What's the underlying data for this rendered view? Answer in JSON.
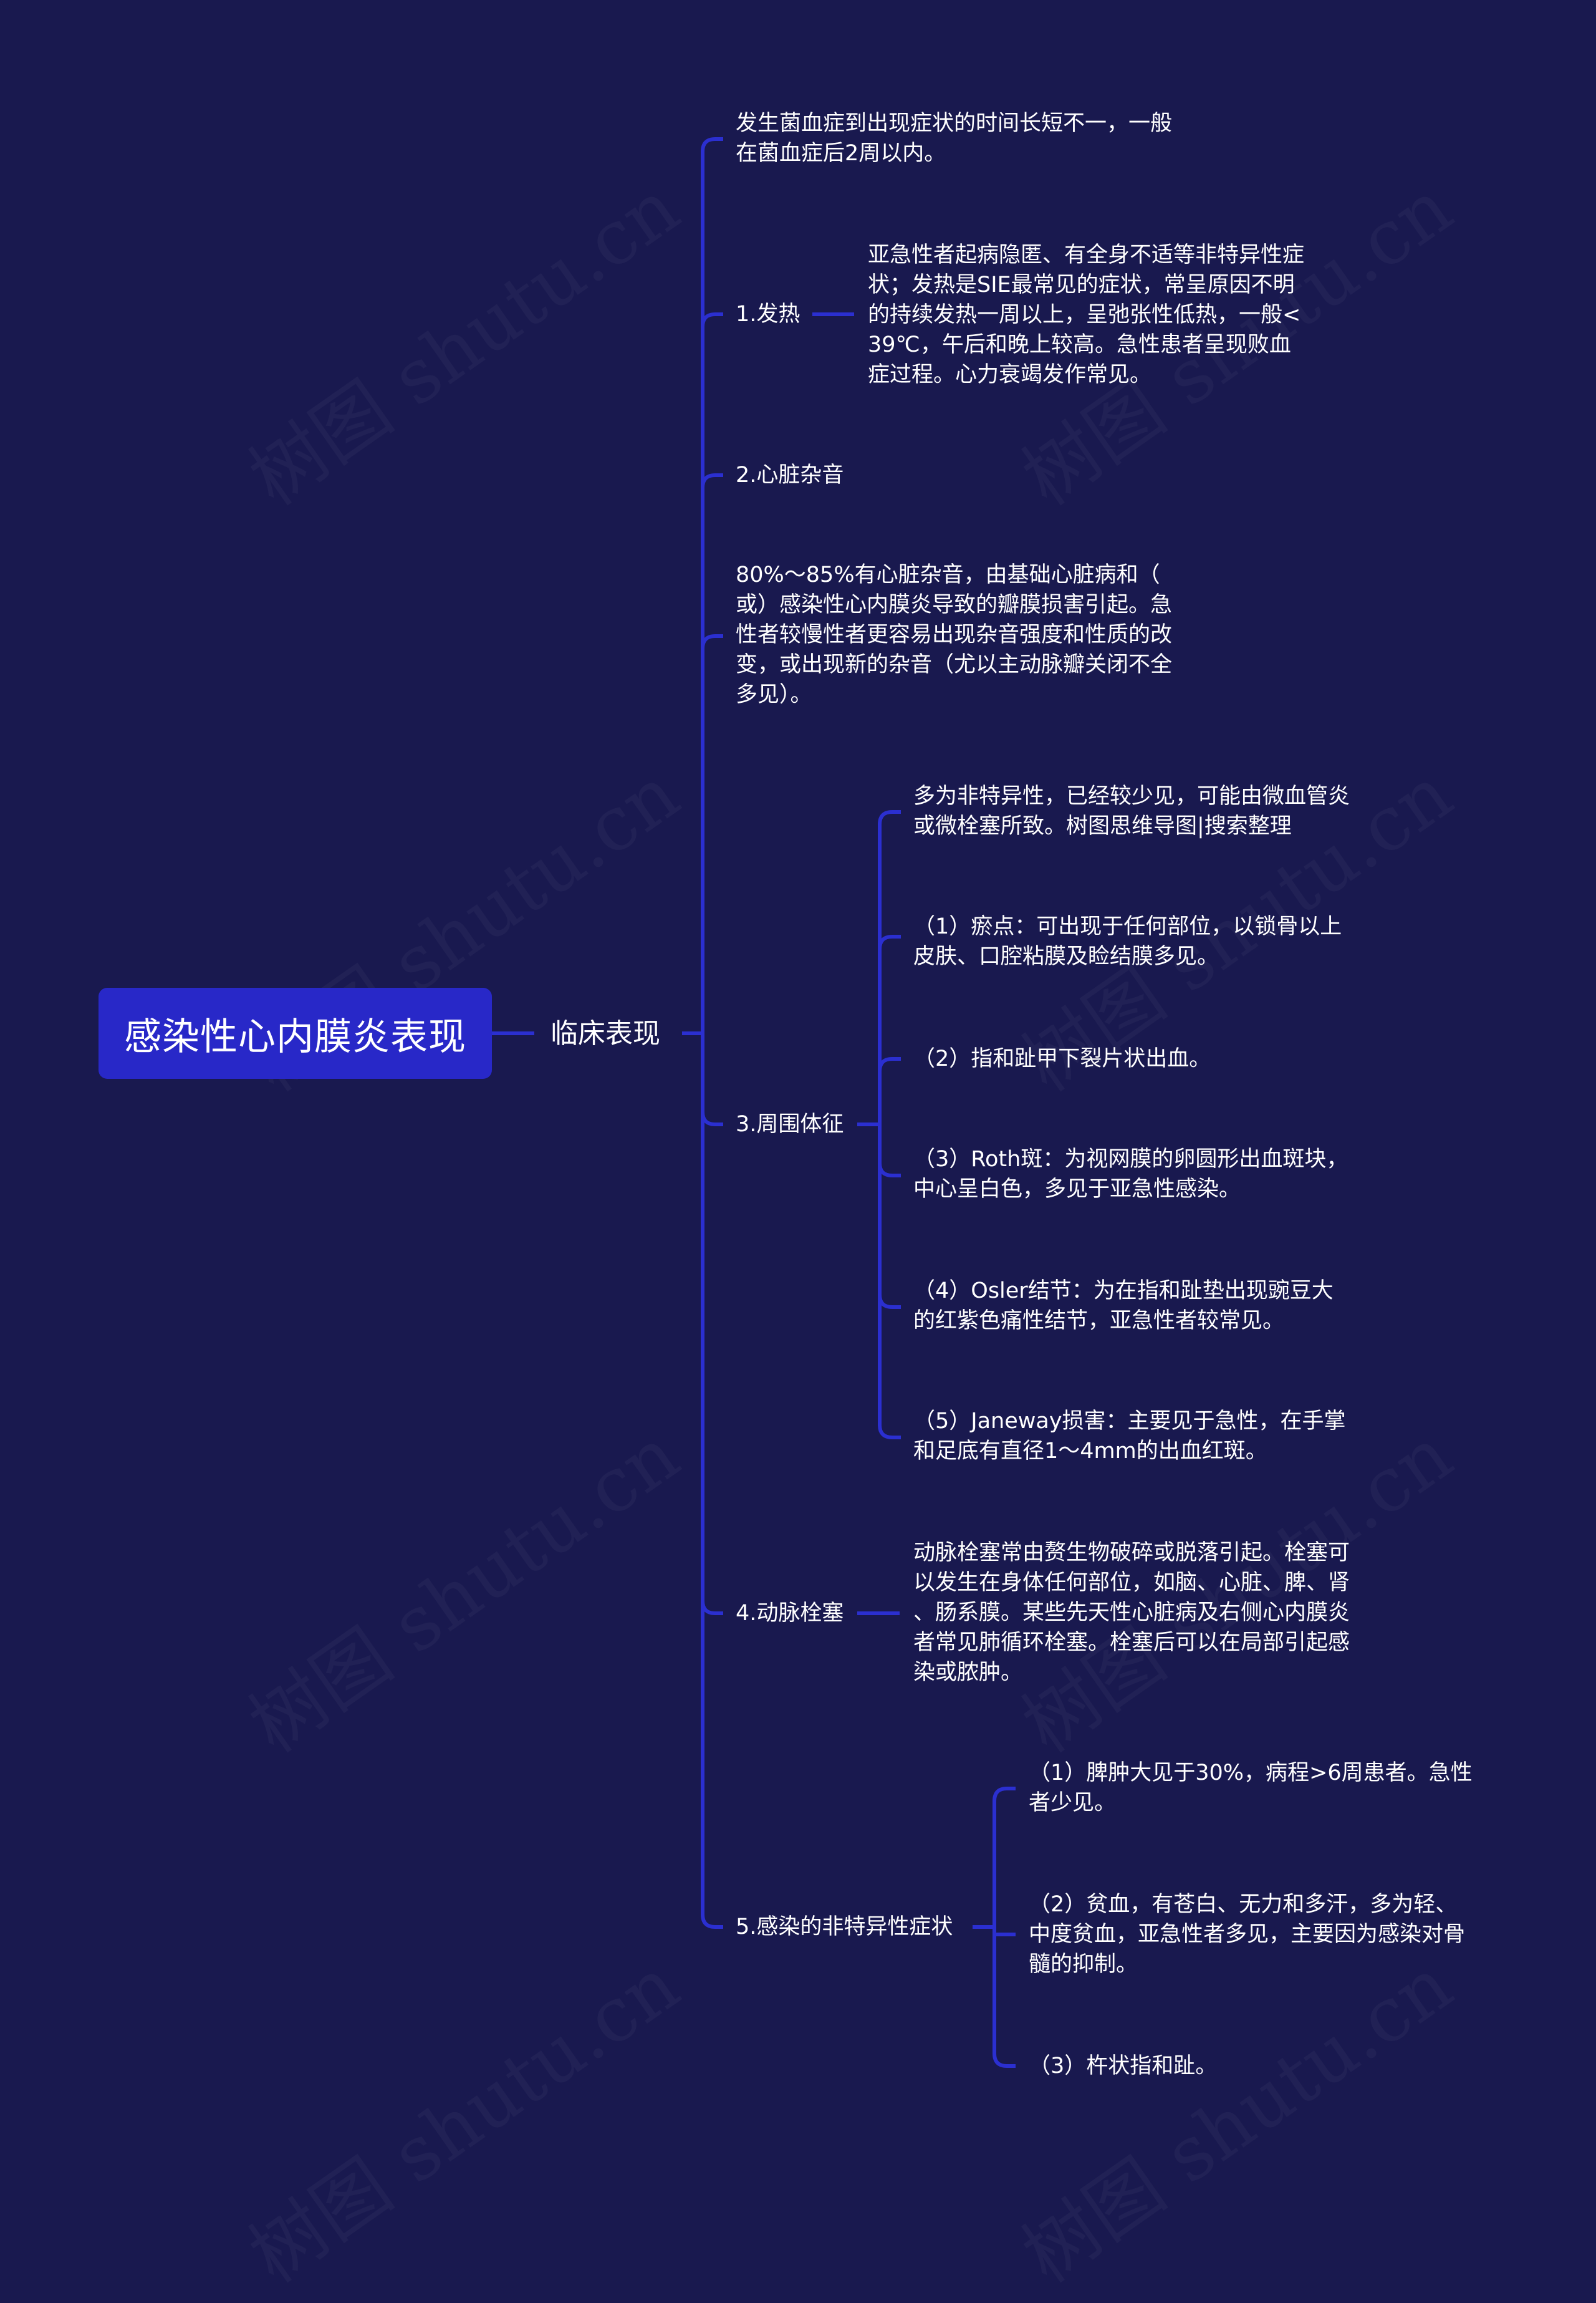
{
  "colors": {
    "background": "#19194f",
    "root_fill": "#2828c8",
    "line": "#2b2fd0",
    "text": "#ffffff"
  },
  "watermark": "树图 shutu.cn",
  "root": {
    "label": "感染性心内膜炎表现"
  },
  "level1": {
    "label": "临床表现"
  },
  "branches": {
    "intro": "发生菌血症到出现症状的时间长短不一，一般\n在菌血症后2周以内。",
    "fever": {
      "label": "1.发热",
      "detail": "亚急性者起病隐匿、有全身不适等非特异性症\n状；发热是SIE最常见的症状，常呈原因不明\n的持续发热一周以上，呈弛张性低热，一般<\n39℃，午后和晚上较高。急性患者呈现败血\n症过程。心力衰竭发作常见。"
    },
    "murmur": {
      "label": "2.心脏杂音",
      "detail": "80%～85%有心脏杂音，由基础心脏病和（\n或）感染性心内膜炎导致的瓣膜损害引起。急\n性者较慢性者更容易出现杂音强度和性质的改\n变，或出现新的杂音（尤以主动脉瓣关闭不全\n多见）。"
    },
    "peripheral": {
      "label": "3.周围体征",
      "children": [
        "多为非特异性，已经较少见，可能由微血管炎\n或微栓塞所致。树图思维导图|搜索整理",
        "（1）瘀点：可出现于任何部位，以锁骨以上\n皮肤、口腔粘膜及睑结膜多见。",
        "（2）指和趾甲下裂片状出血。",
        "（3）Roth斑：为视网膜的卵圆形出血斑块，\n中心呈白色，多见于亚急性感染。",
        "（4）Osler结节：为在指和趾垫出现豌豆大\n的红紫色痛性结节，亚急性者较常见。",
        "（5）Janeway损害：主要见于急性，在手掌\n和足底有直径1～4mm的出血红斑。"
      ]
    },
    "embolism": {
      "label": "4.动脉栓塞",
      "detail": "动脉栓塞常由赘生物破碎或脱落引起。栓塞可\n以发生在身体任何部位，如脑、心脏、脾、肾\n、肠系膜。某些先天性心脏病及右侧心内膜炎\n者常见肺循环栓塞。栓塞后可以在局部引起感\n染或脓肿。"
    },
    "nonspecific": {
      "label": "5.感染的非特异性症状",
      "children": [
        "（1）脾肿大见于30%，病程>6周患者。急性\n者少见。",
        "（2）贫血，有苍白、无力和多汗，多为轻、\n中度贫血，亚急性者多见，主要因为感染对骨\n髓的抑制。",
        "（3）杵状指和趾。"
      ]
    }
  }
}
